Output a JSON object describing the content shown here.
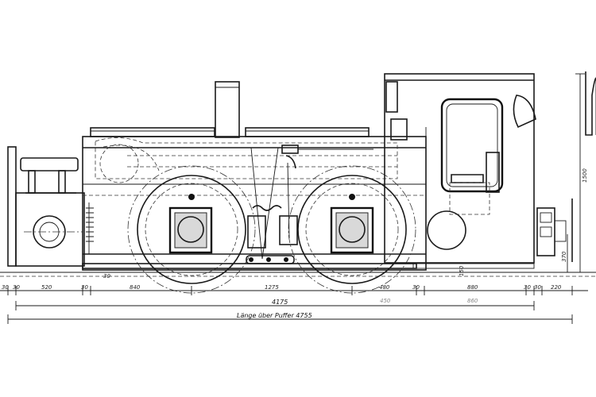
{
  "dimensions": {
    "row1": [
      "30",
      "30",
      "520",
      "30",
      "840",
      "1275",
      "480",
      "30",
      "880",
      "30",
      "30",
      "220"
    ],
    "row2_overall": "4175",
    "row2_secondary": "450",
    "row2_secondary_right": "860",
    "length_over_buffers": "Länge über Puffer  4755",
    "height_total": "1500",
    "buffer_height": "370",
    "inner_right": "150",
    "small_label": "30"
  }
}
